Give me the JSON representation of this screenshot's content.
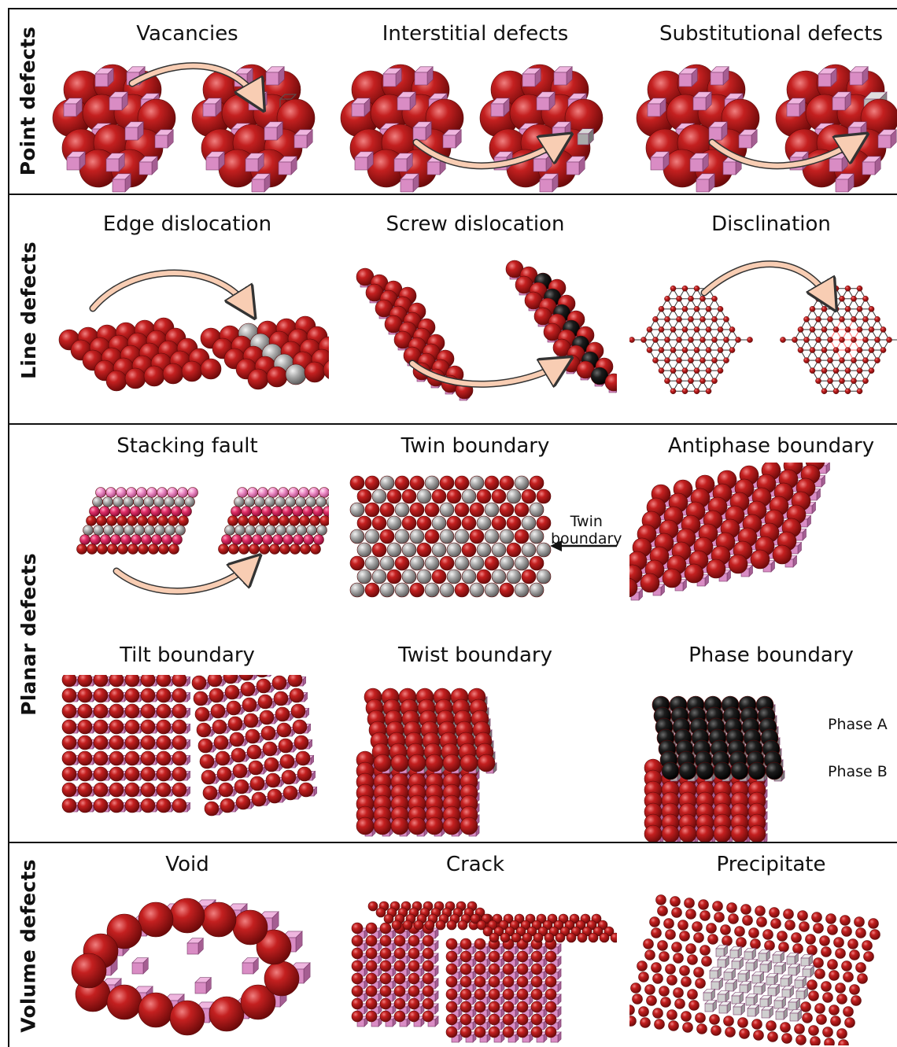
{
  "colors": {
    "atom": "#c42020",
    "atom_dark": "#7a0d0d",
    "atom_light": "#f08080",
    "cube": "#d98cc4",
    "cube_dark": "#a55e92",
    "grey_atom": "#a8a8a8",
    "black_atom": "#1c1c1c",
    "pink_atom": "#ef8fc9",
    "magenta_atom": "#e0306a",
    "arrow_fill": "#f8cdb3",
    "border": "#111111"
  },
  "rows": [
    {
      "label": "Point defects",
      "panels": [
        {
          "title": "Vacancies",
          "icon": "cluster-vacancy-diagram"
        },
        {
          "title": "Interstitial defects",
          "icon": "cluster-interstitial-diagram"
        },
        {
          "title": "Substitutional defects",
          "icon": "cluster-substitutional-diagram"
        }
      ]
    },
    {
      "label": "Line defects",
      "panels": [
        {
          "title": "Edge dislocation",
          "icon": "edge-dislocation-diagram"
        },
        {
          "title": "Screw dislocation",
          "icon": "screw-dislocation-diagram"
        },
        {
          "title": "Disclination",
          "icon": "disclination-hexagon-diagram"
        }
      ]
    },
    {
      "label": "Planar defects",
      "panels": [
        {
          "title": "Stacking fault",
          "icon": "stacking-fault-diagram"
        },
        {
          "title": "Twin boundary",
          "icon": "twin-boundary-diagram",
          "annotation": [
            "Twin",
            "boundary"
          ]
        },
        {
          "title": "Antiphase boundary",
          "icon": "antiphase-boundary-diagram"
        },
        {
          "title": "Tilt boundary",
          "icon": "tilt-boundary-diagram"
        },
        {
          "title": "Twist boundary",
          "icon": "twist-boundary-diagram"
        },
        {
          "title": "Phase boundary",
          "icon": "phase-boundary-diagram",
          "annotation_a": "Phase A",
          "annotation_b": "Phase B"
        }
      ]
    },
    {
      "label": "Volume defects",
      "panels": [
        {
          "title": "Void",
          "icon": "void-diagram"
        },
        {
          "title": "Crack",
          "icon": "crack-diagram"
        },
        {
          "title": "Precipitate",
          "icon": "precipitate-diagram"
        }
      ]
    }
  ]
}
